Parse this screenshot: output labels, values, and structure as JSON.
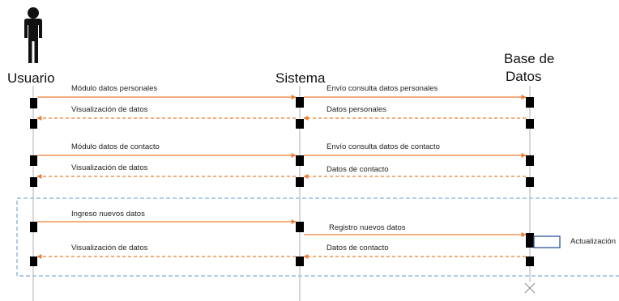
{
  "participants": [
    {
      "id": "usuario",
      "label_lines": [
        "Usuario"
      ],
      "icon": "person-icon"
    },
    {
      "id": "sistema",
      "label_lines": [
        "Sistema"
      ]
    },
    {
      "id": "bd",
      "label_lines": [
        "Base de",
        "Datos"
      ]
    }
  ],
  "messages": [
    {
      "from": "usuario",
      "to": "sistema",
      "label": "Módulo datos personales",
      "kind": "call"
    },
    {
      "from": "sistema",
      "to": "bd",
      "label": "Envío consulta datos personales",
      "kind": "call"
    },
    {
      "from": "sistema",
      "to": "usuario",
      "label": "Visualización de datos",
      "kind": "return"
    },
    {
      "from": "bd",
      "to": "sistema",
      "label": "Datos personales",
      "kind": "return"
    },
    {
      "from": "usuario",
      "to": "sistema",
      "label": "Módulo datos de contacto",
      "kind": "call"
    },
    {
      "from": "sistema",
      "to": "bd",
      "label": "Envío consulta datos de contacto",
      "kind": "call"
    },
    {
      "from": "sistema",
      "to": "usuario",
      "label": "Visualización de datos",
      "kind": "return"
    },
    {
      "from": "bd",
      "to": "sistema",
      "label": "Datos de contacto",
      "kind": "return"
    },
    {
      "from": "usuario",
      "to": "sistema",
      "label": "Ingreso nuevos datos",
      "kind": "call"
    },
    {
      "from": "sistema",
      "to": "bd",
      "label": "Registro nuevos datos",
      "kind": "call"
    },
    {
      "from": "sistema",
      "to": "usuario",
      "label": "Visualización de datos",
      "kind": "return"
    },
    {
      "from": "bd",
      "to": "sistema",
      "label": "Datos de contacto",
      "kind": "return"
    }
  ],
  "self_call": {
    "participant": "bd",
    "label": "Actualización"
  },
  "fragment": {
    "style": "dashed"
  },
  "destroy": {
    "participant": "bd"
  },
  "colors": {
    "message_line": "#ed7d31",
    "lifeline": "#bfbfbf",
    "activation": "#000000",
    "fragment": "#5b9bd5",
    "self_call": "#2f5597",
    "destroy": "#8c8c8c"
  }
}
